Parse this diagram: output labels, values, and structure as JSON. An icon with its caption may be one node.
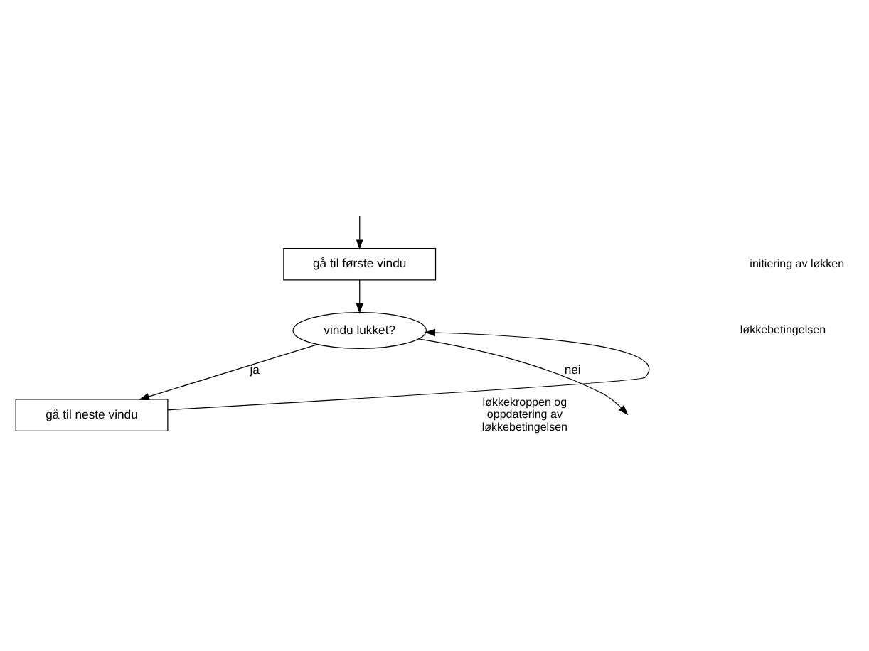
{
  "diagram": {
    "nodes": [
      {
        "text": [
          "gå til første vindu"
        ]
      },
      {
        "text": [
          "vindu lukket?"
        ]
      },
      {
        "text": [
          "gå til neste vindu"
        ]
      }
    ],
    "edges": [
      {
        "from": null,
        "to": 0,
        "arrow": "to"
      },
      {
        "from": 0,
        "to": 1,
        "arrow": "to"
      },
      {
        "from": 2,
        "to": 1,
        "arrow": "to"
      },
      {
        "from": 1,
        "to": 2,
        "arrow": "to",
        "label": "ja"
      },
      {
        "from": 1,
        "to": null,
        "arrow": "to",
        "label": "nei"
      }
    ],
    "labels": [
      "initiering av løkken",
      "løkkebetingelsen",
      "løkkekroppen og oppdatering av løkkebetingelsen"
    ]
  }
}
